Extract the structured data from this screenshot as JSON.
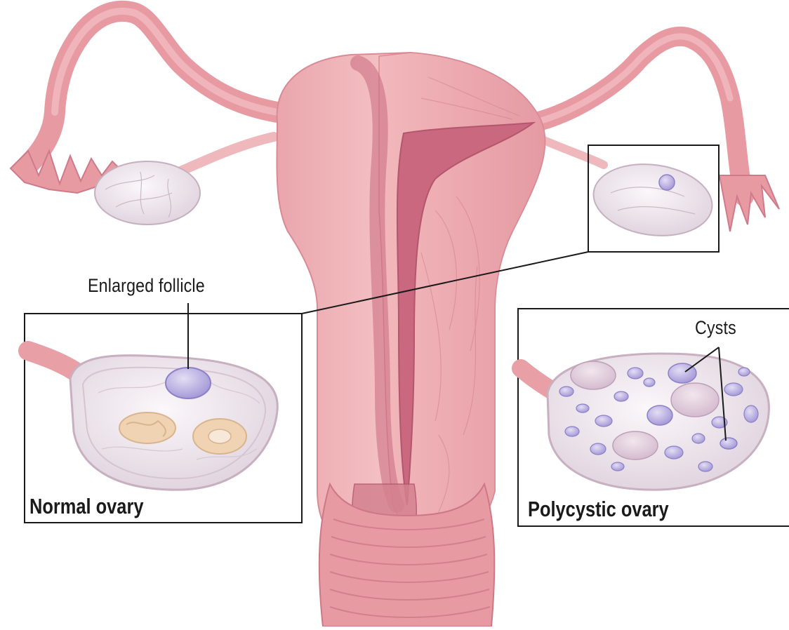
{
  "labels": {
    "enlarged_follicle": "Enlarged follicle",
    "cysts": "Cysts",
    "normal_ovary": "Normal ovary",
    "polycystic_ovary": "Polycystic ovary"
  },
  "colors": {
    "tissue": "#eaa0a6",
    "tissue_light": "#f3c1c3",
    "tissue_dark": "#cf7a8a",
    "cavity": "#c66880",
    "ovary": "#ede4ec",
    "ovary_edge": "#c8a8b8",
    "cyst": "#b9b0df",
    "cyst_dark": "#8c80c8",
    "corpus": "#efd2b0",
    "frame": "#1a1a1a"
  }
}
